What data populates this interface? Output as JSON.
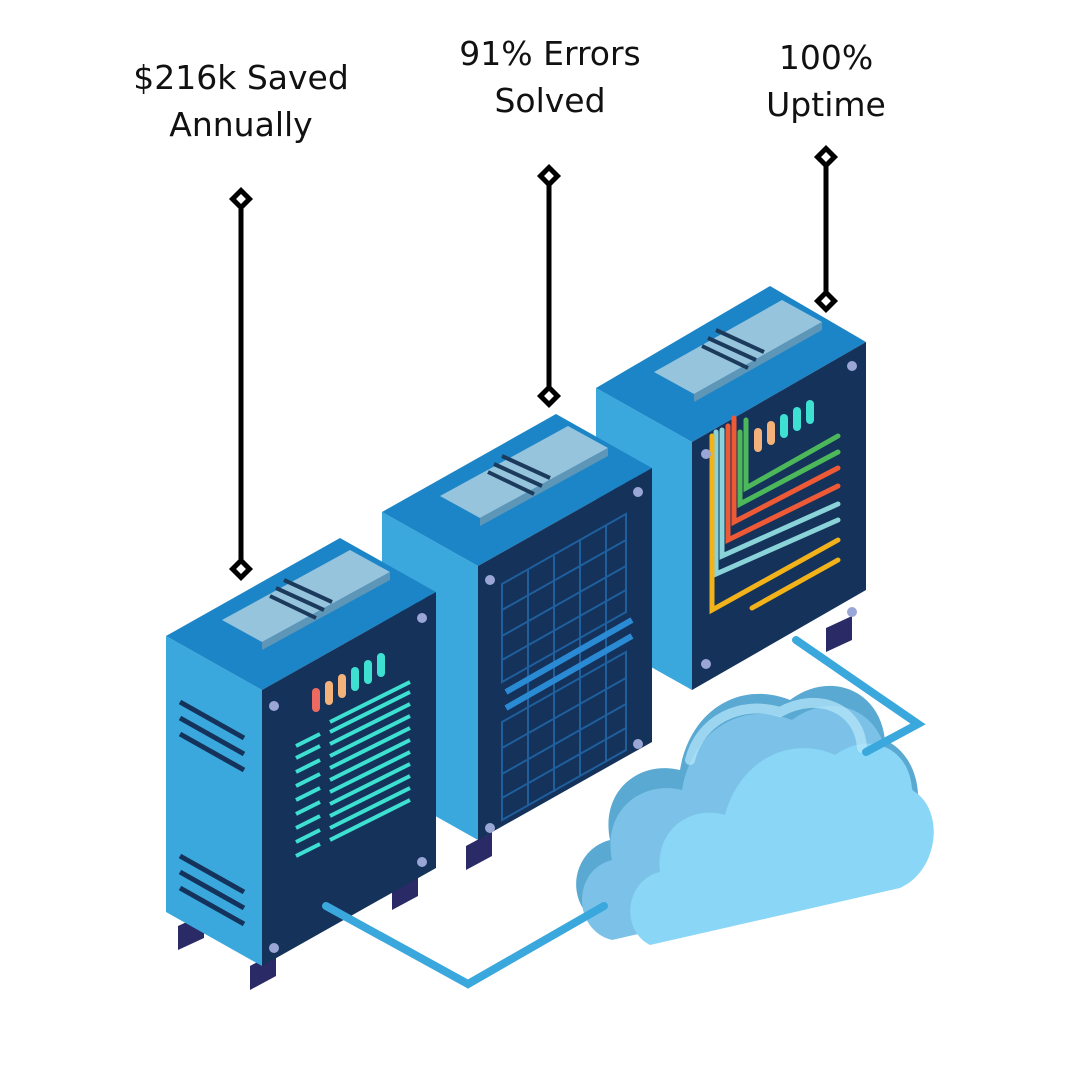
{
  "stats": [
    {
      "line1": "$216k Saved",
      "line2": "Annually"
    },
    {
      "line1": "91% Errors",
      "line2": "Solved"
    },
    {
      "line1": "100%",
      "line2": "Uptime"
    }
  ],
  "colors": {
    "server_side": "#3aa8dc",
    "server_top": "#1c85c7",
    "server_front": "#14325a",
    "server_panel": "#96c4dc",
    "cable": "#3aa8dc",
    "cloud_light": "#8ad6f7",
    "cloud_mid": "#7cc2e8",
    "cloud_shadow": "#5aa9d2",
    "connector_line": "#000000",
    "led_teal": "#3ee0d2",
    "led_orange": "#f2b27a",
    "led_red": "#ee6a60"
  }
}
